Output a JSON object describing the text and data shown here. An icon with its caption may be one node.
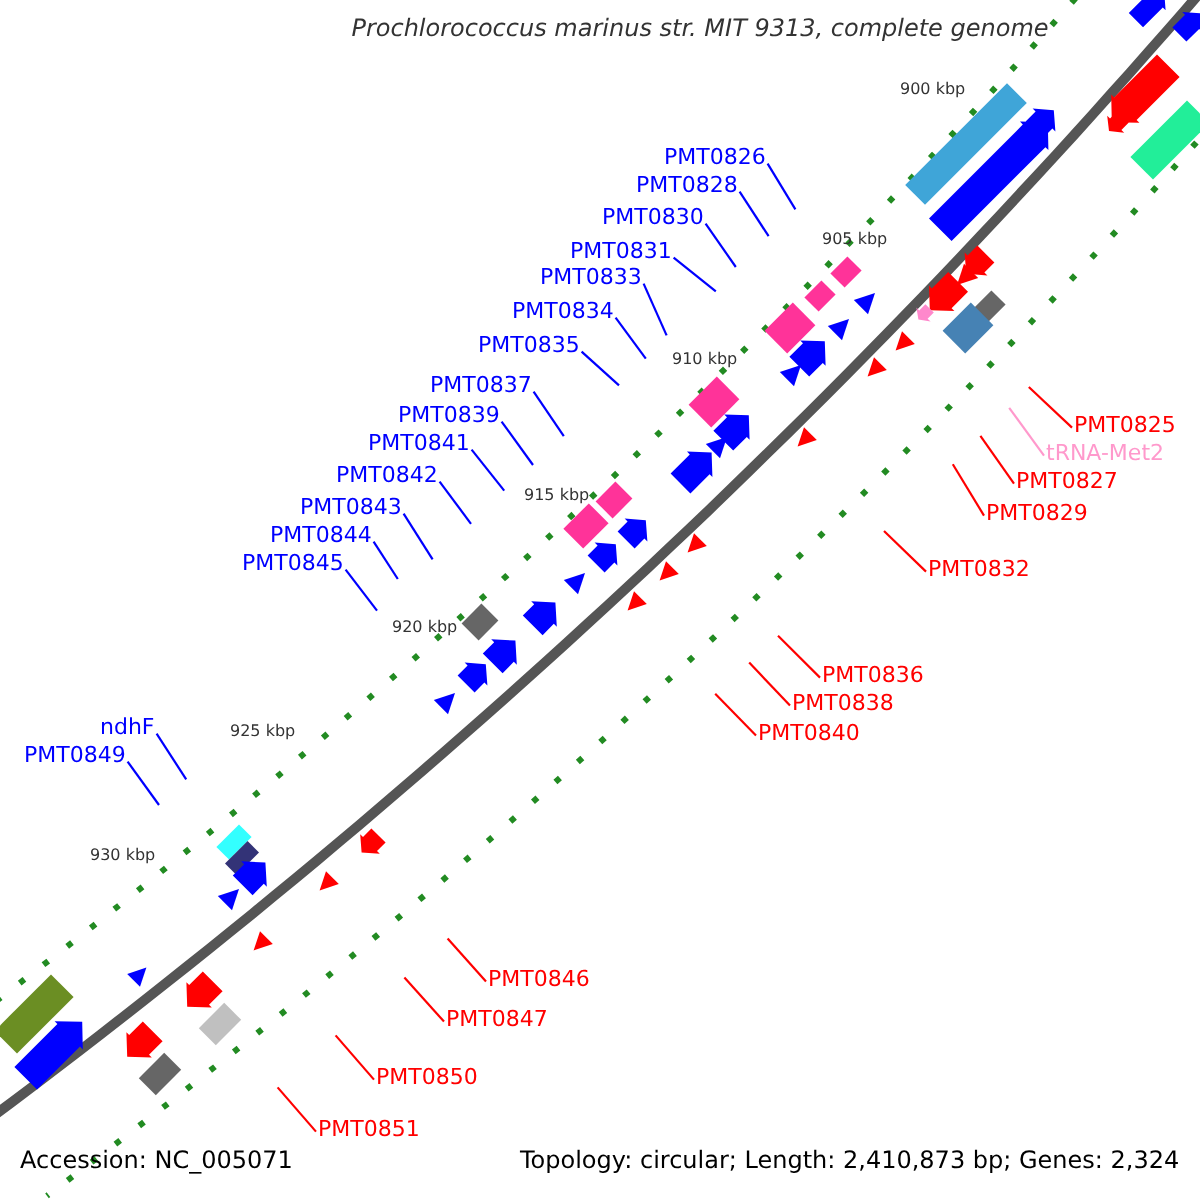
{
  "diagram": {
    "title": "Prochlorococcus marinus str. MIT 9313, complete genome",
    "nodes": [
      {
        "text": [
          "PMT0826"
        ]
      },
      {
        "text": [
          "PMT0828"
        ]
      },
      {
        "text": [
          "PMT0830"
        ]
      },
      {
        "text": [
          "PMT0831"
        ]
      },
      {
        "text": [
          "PMT0833"
        ]
      },
      {
        "text": [
          "PMT0834"
        ]
      },
      {
        "text": [
          "PMT0835"
        ]
      },
      {
        "text": [
          "PMT0837"
        ]
      },
      {
        "text": [
          "PMT0839"
        ]
      },
      {
        "text": [
          "PMT0841"
        ]
      },
      {
        "text": [
          "PMT0842"
        ]
      },
      {
        "text": [
          "PMT0843"
        ]
      },
      {
        "text": [
          "PMT0844"
        ]
      },
      {
        "text": [
          "PMT0845"
        ]
      },
      {
        "text": [
          "ndhF"
        ]
      },
      {
        "text": [
          "PMT0849"
        ]
      },
      {
        "text": [
          "PMT0825"
        ]
      },
      {
        "text": [
          "tRNA-Met2"
        ]
      },
      {
        "text": [
          "PMT0827"
        ]
      },
      {
        "text": [
          "PMT0829"
        ]
      },
      {
        "text": [
          "PMT0832"
        ]
      },
      {
        "text": [
          "PMT0836"
        ]
      },
      {
        "text": [
          "PMT0838"
        ]
      },
      {
        "text": [
          "PMT0840"
        ]
      },
      {
        "text": [
          "PMT0846"
        ]
      },
      {
        "text": [
          "PMT0847"
        ]
      },
      {
        "text": [
          "PMT0850"
        ]
      },
      {
        "text": [
          "PMT0851"
        ]
      }
    ],
    "edges": [
      {
        "from": 0,
        "to": null,
        "arrow": "none"
      },
      {
        "from": 1,
        "to": null,
        "arrow": "none"
      },
      {
        "from": 2,
        "to": null,
        "arrow": "none"
      },
      {
        "from": 3,
        "to": null,
        "arrow": "none"
      },
      {
        "from": 4,
        "to": null,
        "arrow": "none"
      },
      {
        "from": 5,
        "to": null,
        "arrow": "none"
      },
      {
        "from": 6,
        "to": null,
        "arrow": "none"
      },
      {
        "from": 7,
        "to": null,
        "arrow": "none"
      },
      {
        "from": 8,
        "to": null,
        "arrow": "none"
      },
      {
        "from": 9,
        "to": null,
        "arrow": "none"
      },
      {
        "from": 10,
        "to": null,
        "arrow": "none"
      },
      {
        "from": 11,
        "to": null,
        "arrow": "none"
      },
      {
        "from": 12,
        "to": null,
        "arrow": "none"
      },
      {
        "from": 13,
        "to": null,
        "arrow": "none"
      },
      {
        "from": 14,
        "to": null,
        "arrow": "none"
      },
      {
        "from": 15,
        "to": null,
        "arrow": "none"
      },
      {
        "from": 16,
        "to": null,
        "arrow": "none",
        "color": "#ff0000"
      },
      {
        "from": 17,
        "to": null,
        "arrow": "none",
        "color": "#ff99cc"
      },
      {
        "from": 18,
        "to": null,
        "arrow": "none",
        "color": "#ff0000"
      },
      {
        "from": 19,
        "to": null,
        "arrow": "none",
        "color": "#ff0000"
      },
      {
        "from": 20,
        "to": null,
        "arrow": "none",
        "color": "#ff0000"
      },
      {
        "from": 21,
        "to": null,
        "arrow": "none",
        "color": "#ff0000"
      },
      {
        "from": 22,
        "to": null,
        "arrow": "none",
        "color": "#ff0000"
      },
      {
        "from": 23,
        "to": null,
        "arrow": "none",
        "color": "#ff0000"
      },
      {
        "from": 24,
        "to": null,
        "arrow": "none",
        "color": "#ff0000"
      },
      {
        "from": 25,
        "to": null,
        "arrow": "none",
        "color": "#ff0000"
      },
      {
        "from": 26,
        "to": null,
        "arrow": "none",
        "color": "#ff0000"
      },
      {
        "from": 27,
        "to": null,
        "arrow": "none",
        "color": "#ff0000"
      }
    ],
    "labels": [
      "900 kbp",
      "905 kbp",
      "910 kbp",
      "915 kbp",
      "920 kbp",
      "925 kbp",
      "930 kbp",
      "Accession: NC_005071",
      "Topology: circular; Length: 2,410,873 bp; Genes: 2,324"
    ]
  }
}
